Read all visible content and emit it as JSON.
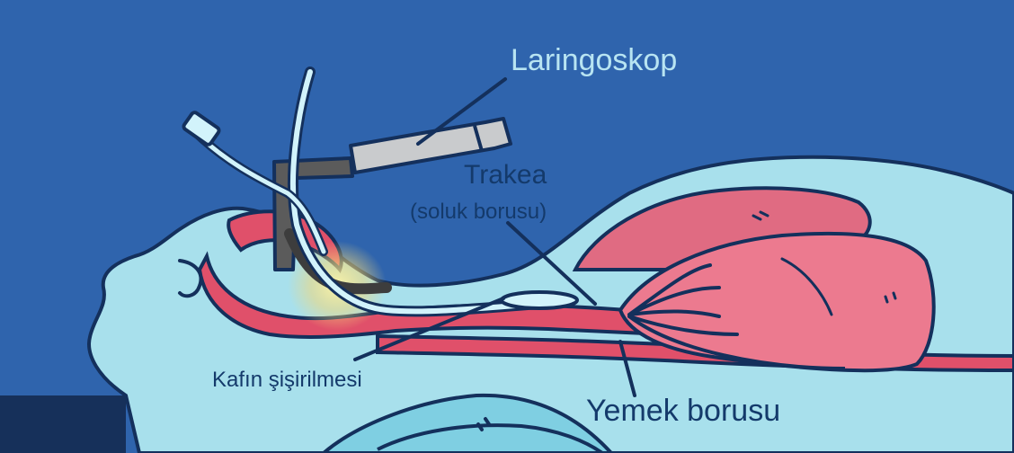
{
  "labels": {
    "laryngoscope": "Laringoskop",
    "trachea": "Trakea",
    "trachea_note": "(soluk borusu)",
    "cuff_inflation": "Kafın şişirilmesi",
    "esophagus": "Yemek borusu"
  },
  "colors": {
    "background": "#2f64ad",
    "floor": "#16305a",
    "skin": "#a8e0ec",
    "outline": "#14305c",
    "airway": "#e0506a",
    "lung": "#ec7a8f",
    "tube": "#d2f3fb",
    "laryngoscope_body": "#c9cbcd",
    "laryngoscope_handle": "#5b5b5b"
  }
}
